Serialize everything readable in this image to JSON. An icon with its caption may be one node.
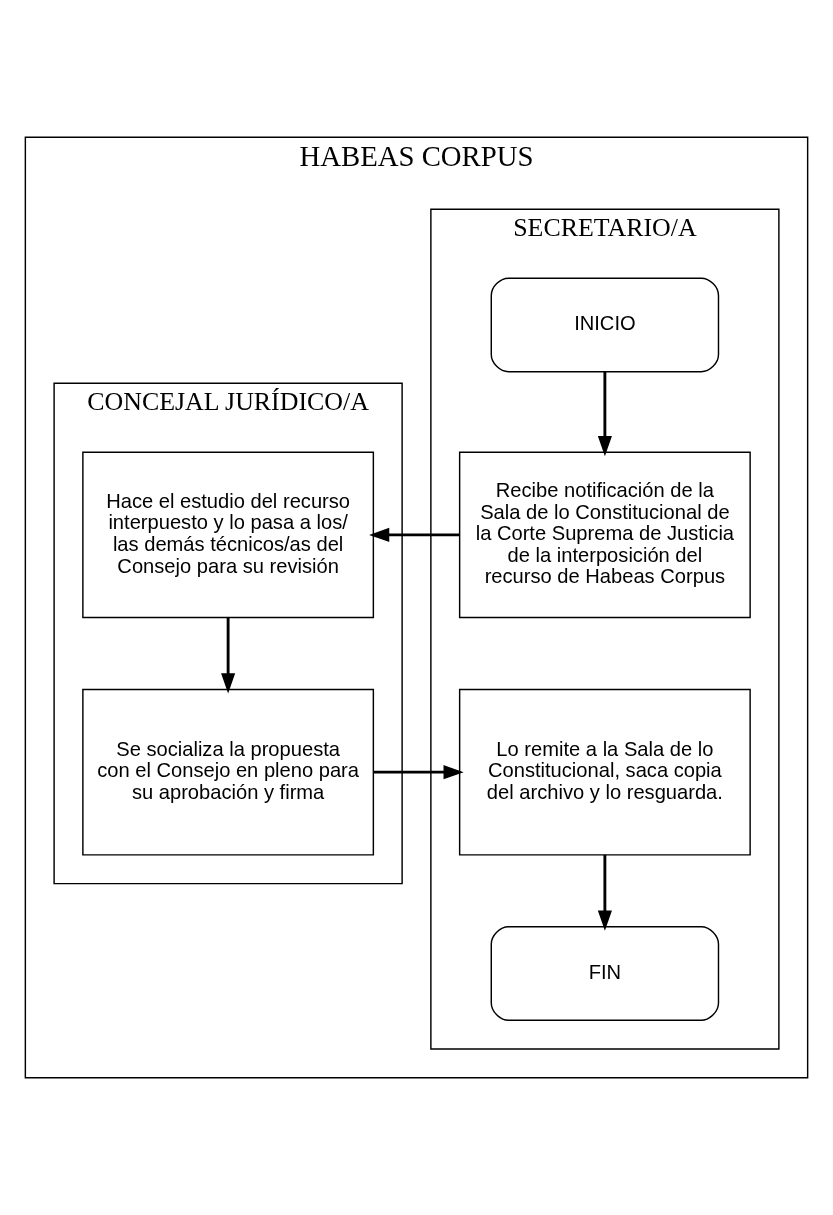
{
  "diagram": {
    "nodes": [
      {
        "text": [
          "HABEAS CORPUS"
        ]
      },
      {
        "text": [
          "SECRETARIO/A"
        ],
        "in": 0
      },
      {
        "text": [
          "CONCEJAL JURÍDICO/A"
        ],
        "in": 0
      },
      {
        "text": [
          "INICIO"
        ],
        "in": 1
      },
      {
        "text": [
          "Recibe notificación de la Sala de lo Constitucional de la Corte Suprema de Justicia de la interposición del recurso de Habeas Corpus"
        ],
        "in": 1
      },
      {
        "text": [
          "Hace el estudio del recurso interpuesto y lo pasa a los/ las demás técnicos/as del Consejo para su revisión"
        ],
        "in": 2
      },
      {
        "text": [
          "Se socializa la propuesta con el Consejo en pleno para su aprobación y firma"
        ],
        "in": 2
      },
      {
        "text": [
          "Lo remite a la Sala de lo Constitucional, saca copia del archivo y lo resguarda."
        ],
        "in": 1
      },
      {
        "text": [
          "FIN"
        ],
        "in": 1
      }
    ],
    "edges": [
      {
        "from": 3,
        "to": 4,
        "arrow": "to"
      },
      {
        "from": 4,
        "to": 5,
        "arrow": "to"
      },
      {
        "from": 5,
        "to": 6,
        "arrow": "to"
      },
      {
        "from": 6,
        "to": 7,
        "arrow": "to"
      },
      {
        "from": 7,
        "to": 8,
        "arrow": "to"
      }
    ]
  }
}
